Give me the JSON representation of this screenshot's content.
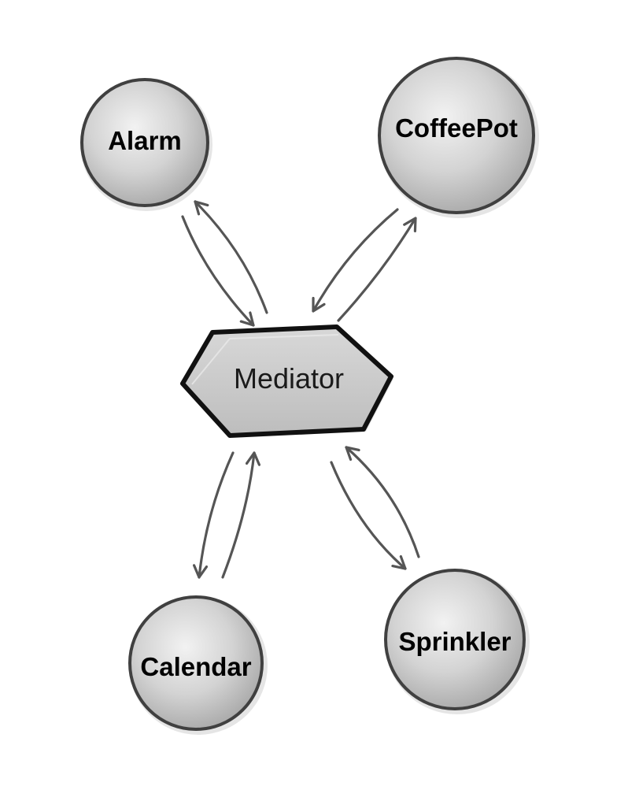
{
  "diagram": {
    "hub": {
      "label": "Mediator"
    },
    "nodes": {
      "alarm": {
        "label": "Alarm"
      },
      "coffeepot": {
        "label": "CoffeePot"
      },
      "calendar": {
        "label": "Calendar"
      },
      "sprinkler": {
        "label": "Sprinkler"
      }
    }
  }
}
